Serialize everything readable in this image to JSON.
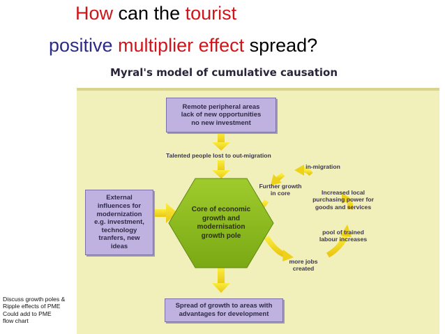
{
  "heading": {
    "line1": [
      {
        "text": "How",
        "color": "#d0151a"
      },
      {
        "text": " can the ",
        "color": "#000000"
      },
      {
        "text": "tourist",
        "color": "#d0151a"
      }
    ],
    "line2": [
      {
        "text": "positive",
        "color": "#2c2c86"
      },
      {
        "text": " multiplier effect",
        "color": "#d0151a"
      },
      {
        "text": " spread?",
        "color": "#000000"
      }
    ]
  },
  "diagram": {
    "title": "Myral's model of cumulative causation",
    "boxes": {
      "remote": [
        "Remote peripheral areas",
        "lack of new opportunities",
        "no new investment"
      ],
      "external": [
        "External",
        "influences for",
        "modernization",
        "e.g. investment,",
        "technology",
        "tranfers, new",
        "ideas"
      ],
      "spread": [
        "Spread of growth to areas with",
        "advantages for development"
      ]
    },
    "core": [
      "Core of economic",
      "growth and",
      "modernisation",
      "growth pole"
    ],
    "labels": {
      "talented": [
        "Talented people lost to out-migration"
      ],
      "in_migration": [
        "in-migration"
      ],
      "further_growth": [
        "Further growth",
        "in core"
      ],
      "purchasing": [
        "Increased  local",
        "purchasing power for",
        "goods and services"
      ],
      "labour": [
        "pool of trained",
        "labour increases"
      ],
      "jobs": [
        "more jobs",
        "created"
      ]
    },
    "colors": {
      "background": "#f1f0bb",
      "box_fill": "#bfb2e0",
      "hexagon_fill": "#8cbc1e",
      "arrow": "#f2d81c"
    }
  },
  "side_note": [
    "Discuss growth poles &",
    "Ripple effects of PME",
    "Could add to PME",
    "flow chart"
  ]
}
